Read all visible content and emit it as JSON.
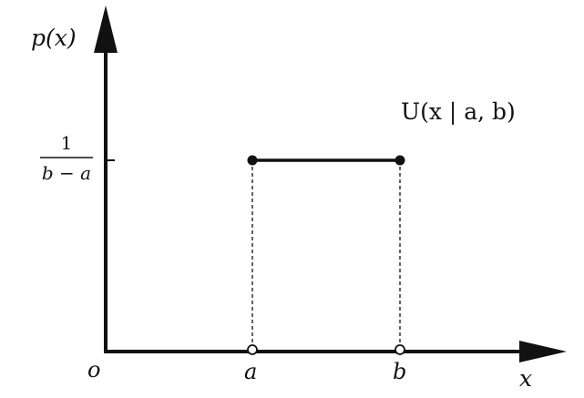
{
  "diagram": {
    "y_axis_label": "p(x)",
    "x_axis_label": "x",
    "origin_label": "o",
    "a_label": "a",
    "b_label": "b",
    "density_label": "U(x | a, b)",
    "height_numerator": "1",
    "height_denominator": "b − a"
  },
  "colors": {
    "ink": "#111111",
    "background": "#ffffff"
  }
}
